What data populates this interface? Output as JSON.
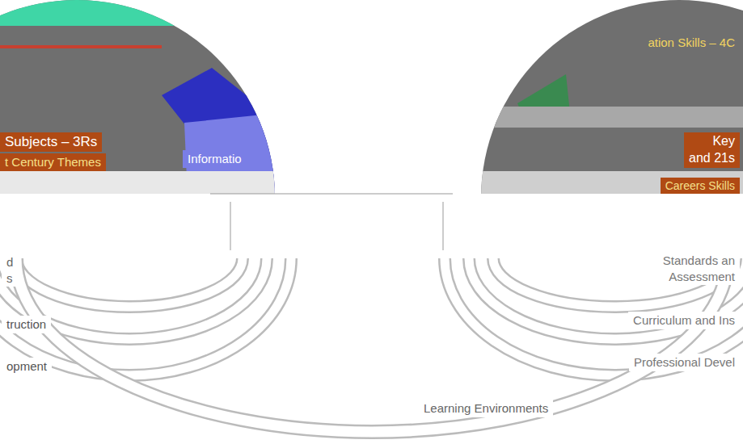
{
  "diagram": {
    "nodes": [
      {
        "text": [
          "Subjects – 3Rs"
        ]
      },
      {
        "text": [
          "t Century Themes"
        ]
      },
      {
        "text": [
          "Informatio"
        ]
      },
      {
        "text": [
          "ation Skills – 4C"
        ]
      },
      {
        "text": [
          "Key",
          "and 21s"
        ]
      },
      {
        "text": [
          "Careers Skills"
        ]
      },
      {
        "text": [
          "d",
          "s"
        ]
      },
      {
        "text": [
          "truction"
        ]
      },
      {
        "text": [
          "opment"
        ]
      },
      {
        "text": [
          "Standards an",
          "Assessment"
        ]
      },
      {
        "text": [
          "Curriculum and Ins"
        ]
      },
      {
        "text": [
          "Professional Devel"
        ]
      },
      {
        "text": [
          "Learning Environments"
        ]
      }
    ],
    "edges": []
  }
}
